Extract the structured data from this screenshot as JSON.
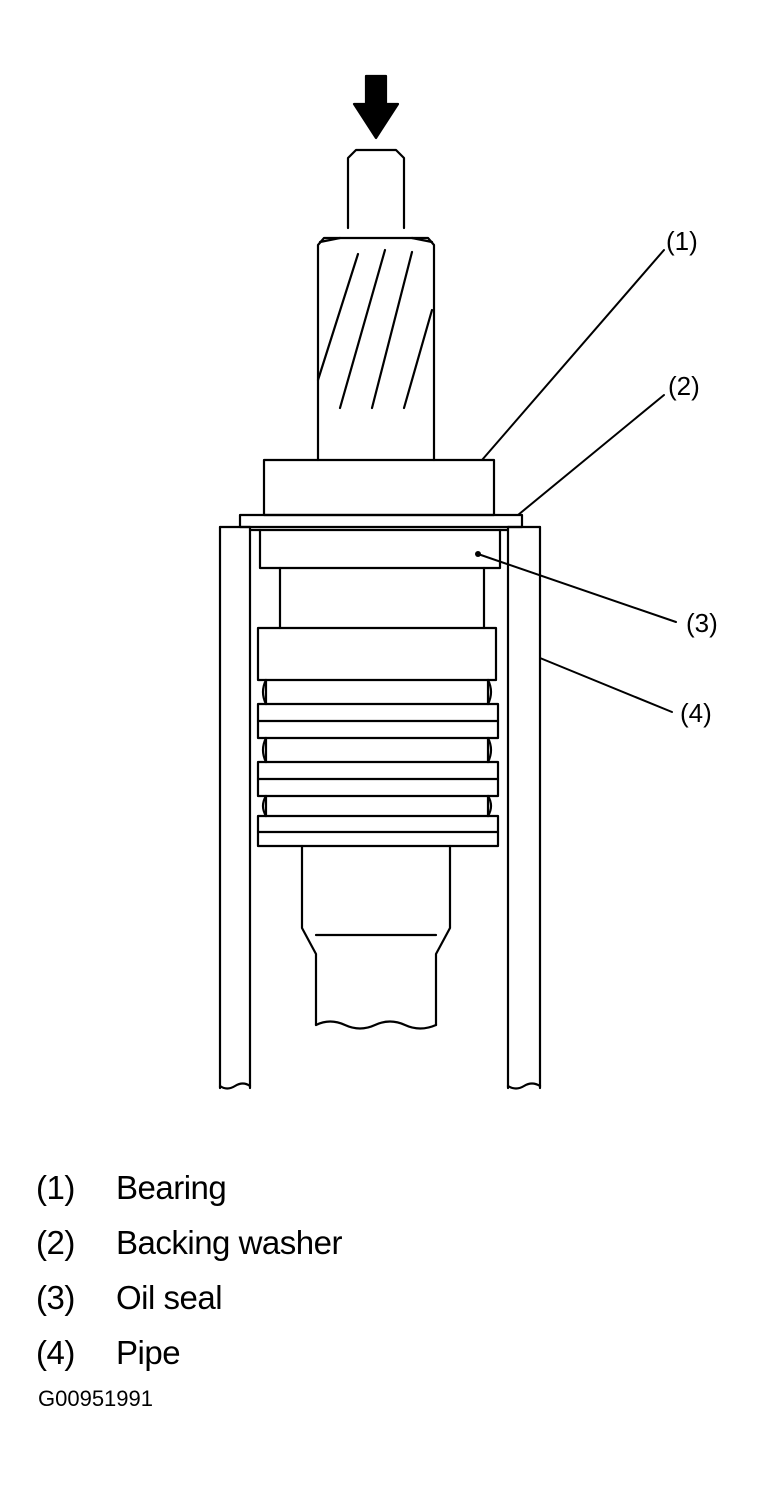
{
  "callouts": [
    {
      "id": "1",
      "text": "(1)"
    },
    {
      "id": "2",
      "text": "(2)"
    },
    {
      "id": "3",
      "text": "(3)"
    },
    {
      "id": "4",
      "text": "(4)"
    }
  ],
  "legend": [
    {
      "num": "(1)",
      "label": "Bearing"
    },
    {
      "num": "(2)",
      "label": "Backing washer"
    },
    {
      "num": "(3)",
      "label": "Oil seal"
    },
    {
      "num": "(4)",
      "label": "Pipe"
    }
  ],
  "figure_id": "G00951991",
  "icons": {
    "press_direction": "arrow-down-icon"
  },
  "colors": {
    "line": "#000000",
    "background": "#ffffff"
  }
}
